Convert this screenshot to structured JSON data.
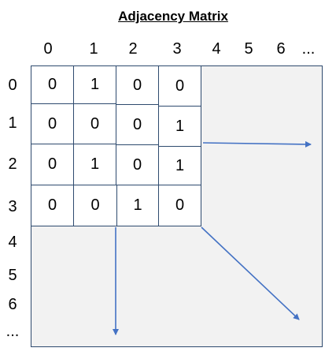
{
  "title": "Adjacency Matrix",
  "column_labels": [
    "0",
    "1",
    "2",
    "3",
    "4",
    "5",
    "6",
    "..."
  ],
  "row_labels": [
    "0",
    "1",
    "2",
    "3",
    "4",
    "5",
    "6",
    "..."
  ],
  "matrix": [
    [
      "0",
      "1",
      "0",
      "0"
    ],
    [
      "0",
      "0",
      "0",
      "1"
    ],
    [
      "0",
      "1",
      "0",
      "1"
    ],
    [
      "0",
      "0",
      "1",
      "0"
    ]
  ],
  "colors": {
    "grid_border": "#2e4a6e",
    "arrow": "#4472c4",
    "extension_fill": "#f2f2f2"
  }
}
